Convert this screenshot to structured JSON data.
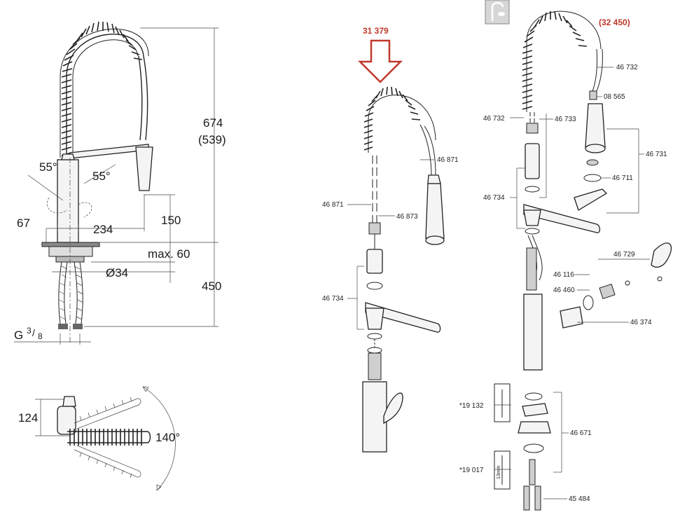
{
  "dimensions": {
    "height_total": "674",
    "height_alt": "(539)",
    "angle_left": "55°",
    "angle_right": "55°",
    "spout_offset": "67",
    "spout_reach": "234",
    "spout_height": "150",
    "deck_thickness": "max. 60",
    "hole_diameter": "Ø34",
    "hose_length": "450",
    "thread_prefix": "G",
    "thread_num": "3",
    "thread_den": "8",
    "top_depth": "124",
    "swivel_angle": "140°",
    "clip_size": "13mm"
  },
  "variants": {
    "conversion_kit": "31 379",
    "model_alt": "(32 450)"
  },
  "parts_kit": [
    {
      "label": "46 871"
    },
    {
      "label": "46 871"
    },
    {
      "label": "46 873"
    },
    {
      "label": "46 734"
    }
  ],
  "parts_main": [
    {
      "label": "46 732"
    },
    {
      "label": "08 565"
    },
    {
      "label": "46 732"
    },
    {
      "label": "46 733"
    },
    {
      "label": "46 731"
    },
    {
      "label": "46 711"
    },
    {
      "label": "46 734"
    },
    {
      "label": "46 729"
    },
    {
      "label": "46 116"
    },
    {
      "label": "46 460"
    },
    {
      "label": "46 374"
    },
    {
      "label": "*19 132"
    },
    {
      "label": "46 671"
    },
    {
      "label": "*19 017"
    },
    {
      "label": "45 484"
    }
  ],
  "colors": {
    "line": "#222222",
    "accent": "#c0392b"
  },
  "icons": [
    "faucet-thumbnail-icon",
    "down-arrow-icon"
  ]
}
